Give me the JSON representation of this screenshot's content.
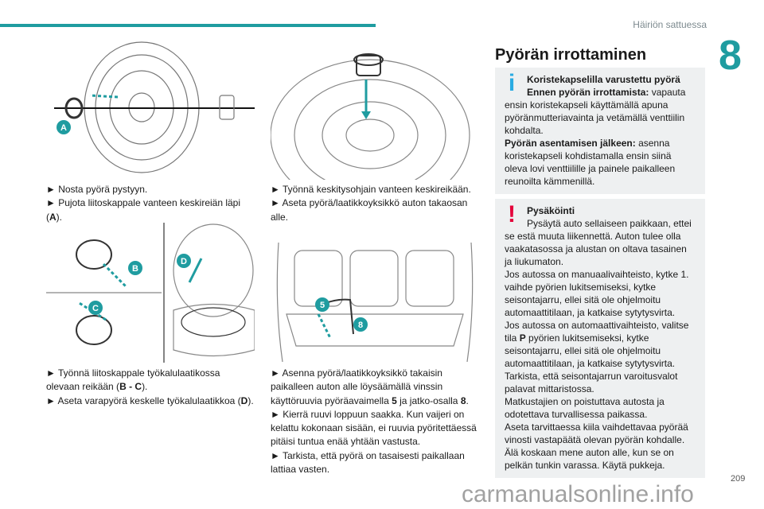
{
  "header": {
    "section": "Häiriön sattuessa",
    "chapter": "8"
  },
  "col1": {
    "step1": "► Nosta pyörä pystyyn.",
    "step2": "► Pujota liitoskappale vanteen keskireiän läpi (",
    "step2_b": "A",
    "step2_end": ").",
    "step3": "► Työnnä liitoskappale työkalulaatikossa olevaan reikään (",
    "step3_b": "B - C",
    "step3_end": ").",
    "step4": "► Aseta varapyörä keskelle työkalulaatikkoa (",
    "step4_b": "D",
    "step4_end": ")."
  },
  "col2": {
    "step1": "► Työnnä keskitysohjain vanteen keskireikään.",
    "step2": "► Aseta pyörä/laatikkoyksikkö auton takaosan alle.",
    "step3a": "► Asenna pyörä/laatikkoyksikkö takaisin paikalleen auton alle löysäämällä vinssin käyttöruuvia pyöräavaimella ",
    "step3_b1": "5",
    "step3_mid": " ja jatko-osalla ",
    "step3_b2": "8",
    "step3_end": ".",
    "step4": "► Kierrä ruuvi loppuun saakka. Kun vaijeri on kelattu kokonaan sisään, ei ruuvia pyöritettäessä pitäisi tuntua enää yhtään vastusta.",
    "step5": "► Tarkista, että pyörä on tasaisesti paikallaan lattiaa vasten."
  },
  "figures": {
    "a": "A",
    "b": "B",
    "c": "C",
    "d": "D",
    "n5": "5",
    "n8": "8"
  },
  "col3": {
    "title": "Pyörän irrottaminen",
    "info_title": "Koristekapselilla varustettu pyörä",
    "info_b1": "Ennen pyörän irrottamista:",
    "info_t1": " vapauta ensin koristekapseli käyttämällä apuna pyöränmutteriavainta ja vetämällä venttiilin kohdalta.",
    "info_b2": "Pyörän asentamisen jälkeen:",
    "info_t2": " asenna koristekapseli kohdistamalla ensin siinä oleva lovi venttiilille ja painele paikalleen reunoilta kämmenillä.",
    "warn_title": "Pysäköinti",
    "warn_t1": "Pysäytä auto sellaiseen paikkaan, ettei se estä muuta liikennettä. Auton tulee olla vaakatasossa ja alustan on oltava tasainen ja liukumaton.",
    "warn_t2": "Jos autossa on manuaalivaihteisto, kytke 1. vaihde pyörien lukitsemiseksi, kytke seisontajarru, ellei sitä ole ohjelmoitu automaattitilaan, ja katkaise sytytysvirta.",
    "warn_t3a": "Jos autossa on automaattivaihteisto, valitse tila ",
    "warn_t3b": "P",
    "warn_t3c": " pyörien lukitsemiseksi, kytke seisontajarru, ellei sitä ole ohjelmoitu automaattitilaan, ja katkaise sytytysvirta.",
    "warn_t4": "Tarkista, että seisontajarrun varoitusvalot palavat mittaristossa.",
    "warn_t5": "Matkustajien on poistuttava autosta ja odotettava turvallisessa paikassa.",
    "warn_t6": "Aseta tarvittaessa kiila vaihdettavaa pyörää vinosti vastapäätä olevan pyörän kohdalle.",
    "warn_t7": "Älä koskaan mene auton alle, kun se on pelkän tunkin varassa. Käytä pukkeja."
  },
  "footer": {
    "page": "209",
    "watermark": "carmanualsonline.info"
  },
  "colors": {
    "accent": "#1f9ca0",
    "info": "#29abe2",
    "warning": "#e4003a",
    "callout": "#1f9ca0"
  }
}
